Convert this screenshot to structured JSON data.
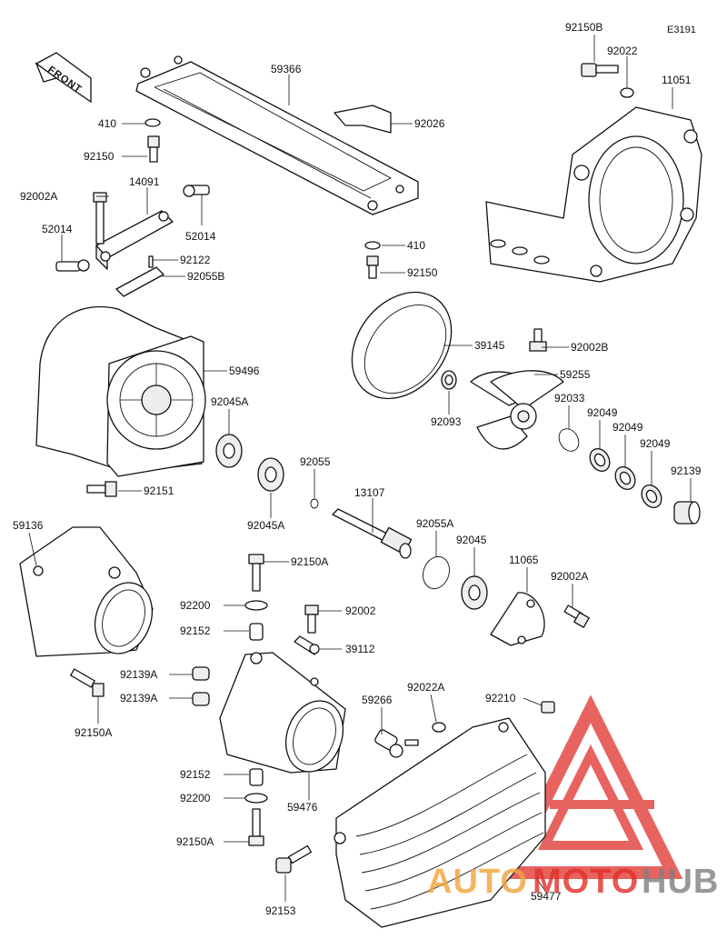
{
  "diagram": {
    "code": "E3191",
    "front_arrow": "FRONT"
  },
  "parts": {
    "p92150B": "92150B",
    "p92022": "92022",
    "p11051": "11051",
    "p59366": "59366",
    "p410a": "410",
    "p92026": "92026",
    "p92150a": "92150",
    "p92002A_top": "92002A",
    "p14091": "14091",
    "p52014_left": "52014",
    "p52014_right": "52014",
    "p92122": "92122",
    "p92055B": "92055B",
    "p410b": "410",
    "p92150b": "92150",
    "p92002B": "92002B",
    "p39145": "39145",
    "p59496": "59496",
    "p59255": "59255",
    "p92093": "92093",
    "p92033": "92033",
    "p92049a": "92049",
    "p92049b": "92049",
    "p92049c": "92049",
    "p92045A_a": "92045A",
    "p92045A_b": "92045A",
    "p92151": "92151",
    "p92055": "92055",
    "p92139": "92139",
    "p13107": "13107",
    "p92055A": "92055A",
    "p59136": "59136",
    "p92150A_a": "92150A",
    "p92045": "92045",
    "p11065": "11065",
    "p92002A_b": "92002A",
    "p92200a": "92200",
    "p92002": "92002",
    "p92152a": "92152",
    "p39112": "39112",
    "p92139A_a": "92139A",
    "p92139A_b": "92139A",
    "p92150A_b": "92150A",
    "p92022A": "92022A",
    "p92210": "92210",
    "p59266": "59266",
    "p92152b": "92152",
    "p92200b": "92200",
    "p59476": "59476",
    "p92150A_c": "92150A",
    "p92153": "92153",
    "p59477": "59477"
  },
  "watermark": {
    "part1": "AUTO",
    "part2": "MOTO",
    "part3": "HUB",
    "colors": {
      "red": "#e0302a",
      "orange": "#f2a33a",
      "gray": "#7f7f7f"
    }
  }
}
